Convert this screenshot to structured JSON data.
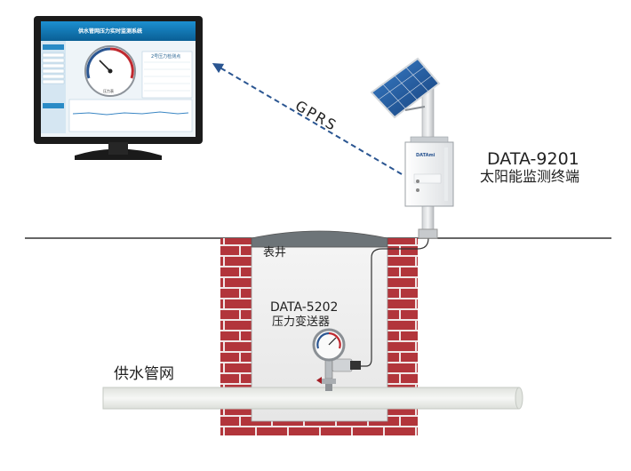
{
  "terminal": {
    "model": "DATA-9201",
    "name": "太阳能监测终端",
    "brand": "DATAmi"
  },
  "link": {
    "label": "GPRS"
  },
  "well": {
    "label": "表井"
  },
  "transmitter": {
    "model": "DATA-5202",
    "name": "压力变送器"
  },
  "pipe": {
    "label": "供水管网"
  },
  "monitor": {
    "title": "供水管网压力实时监测系统",
    "panel_title": "2号压力检测点",
    "gauge_label": "压力表"
  },
  "colors": {
    "brick": "#b2353b",
    "mortar": "#f0e6e6",
    "pipe": "#e9ebe7",
    "arrow": "#2a5591",
    "screen": "#0a6fa8"
  }
}
